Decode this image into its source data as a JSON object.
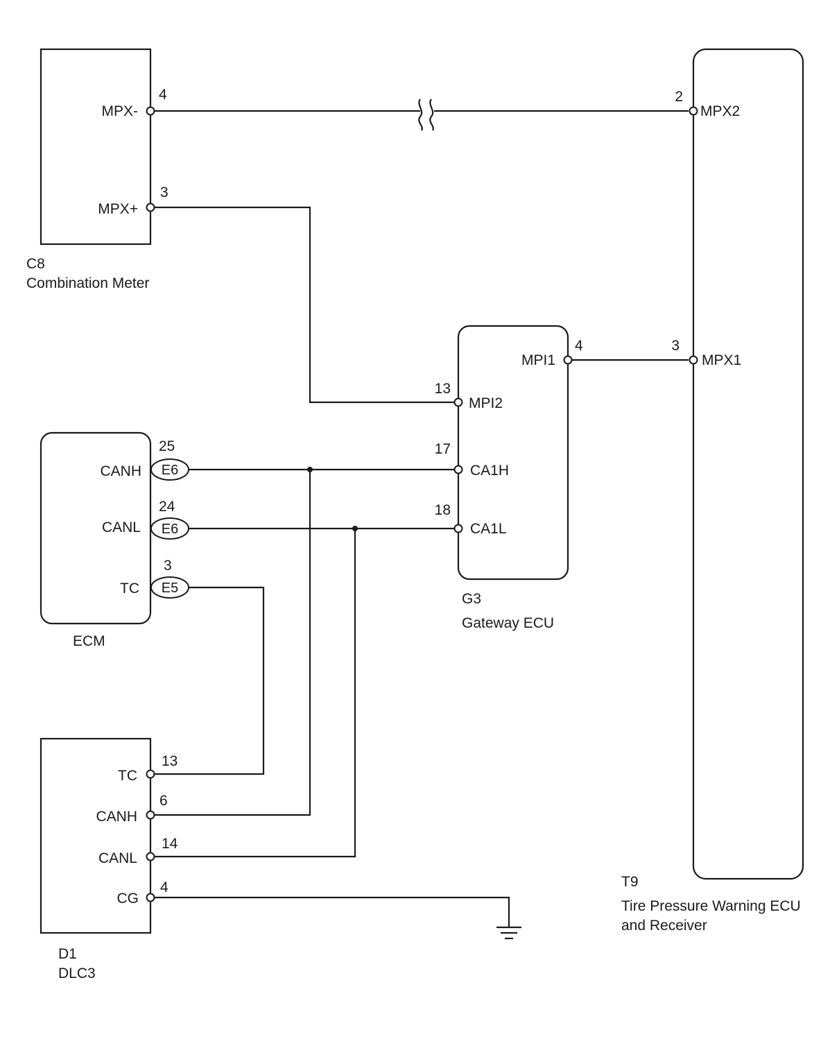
{
  "components": {
    "c8": {
      "code": "C8",
      "name": "Combination Meter"
    },
    "t9": {
      "code": "T9",
      "name_line1": "Tire Pressure Warning ECU",
      "name_line2": "and Receiver"
    },
    "g3": {
      "code": "G3",
      "name": "Gateway ECU"
    },
    "ecm": {
      "name": "ECM"
    },
    "d1": {
      "code": "D1",
      "name": "DLC3"
    }
  },
  "pins": {
    "c8_mpx_minus": {
      "num": "4",
      "label": "MPX-"
    },
    "c8_mpx_plus": {
      "num": "3",
      "label": "MPX+"
    },
    "t9_mpx2": {
      "num": "2",
      "label": "MPX2"
    },
    "t9_mpx1": {
      "num": "3",
      "label": "MPX1"
    },
    "g3_mpi1": {
      "num": "4",
      "label": "MPI1"
    },
    "g3_mpi2": {
      "num": "13",
      "label": "MPI2"
    },
    "g3_ca1h": {
      "num": "17",
      "label": "CA1H"
    },
    "g3_ca1l": {
      "num": "18",
      "label": "CA1L"
    },
    "ecm_canh": {
      "num": "25",
      "label": "CANH",
      "connector": "E6"
    },
    "ecm_canl": {
      "num": "24",
      "label": "CANL",
      "connector": "E6"
    },
    "ecm_tc": {
      "num": "3",
      "label": "TC",
      "connector": "E5"
    },
    "d1_tc": {
      "num": "13",
      "label": "TC"
    },
    "d1_canh": {
      "num": "6",
      "label": "CANH"
    },
    "d1_canl": {
      "num": "14",
      "label": "CANL"
    },
    "d1_cg": {
      "num": "4",
      "label": "CG"
    }
  },
  "icons": [
    "wire-break-icon",
    "ground-icon"
  ]
}
